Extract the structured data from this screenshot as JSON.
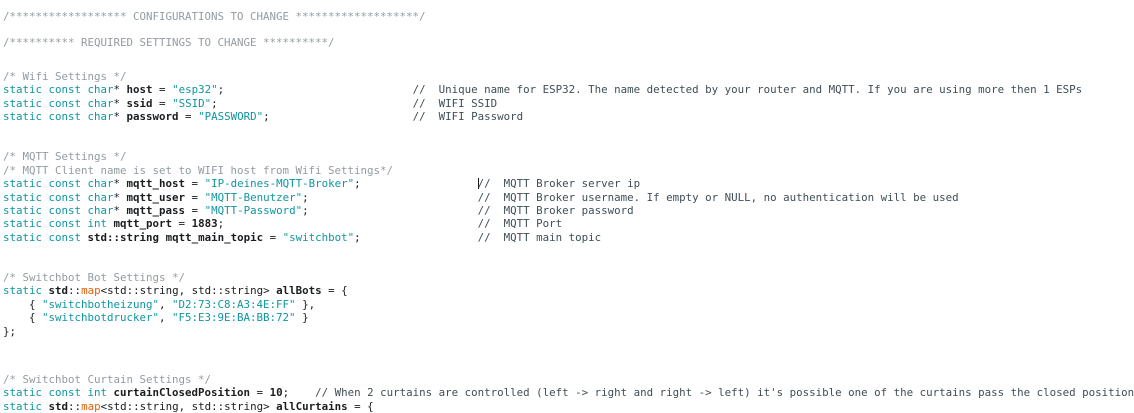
{
  "meta": {
    "view": "code-editor",
    "language": "cpp"
  },
  "colors": {
    "background": "#ffffff",
    "keyword_teal": "#0E96A1",
    "string_teal": "#0E96A1",
    "block_comment_gray": "#939CA1",
    "line_comment_slate": "#3F4E56",
    "identifier_ink": "#1A1D1F",
    "map_orange": "#E2620B",
    "caret_black": "#15191b"
  },
  "code": {
    "lines": [
      {
        "tokens": [
          {
            "c": "c",
            "t": "/****************** CONFIGURATIONS TO CHANGE *******************/"
          }
        ]
      },
      {
        "gap": "sm"
      },
      {
        "tokens": [
          {
            "c": "c",
            "t": "/********** REQUIRED SETTINGS TO CHANGE **********/"
          }
        ]
      },
      {
        "gap": "md"
      },
      {
        "tokens": [
          {
            "c": "c",
            "t": "/* Wifi Settings */"
          }
        ]
      },
      {
        "tokens": [
          {
            "c": "k",
            "t": "static const char"
          },
          {
            "c": "p",
            "t": "* "
          },
          {
            "c": "i",
            "t": "host"
          },
          {
            "c": "p",
            "t": " = "
          },
          {
            "c": "s",
            "t": "\"esp32\""
          },
          {
            "c": "p",
            "t": ";"
          },
          {
            "pad": 29
          },
          {
            "c": "lc",
            "t": "//  Unique name for ESP32. The name detected by your router and MQTT. If you are using more then 1 ESPs"
          }
        ]
      },
      {
        "tokens": [
          {
            "c": "k",
            "t": "static const char"
          },
          {
            "c": "p",
            "t": "* "
          },
          {
            "c": "i",
            "t": "ssid"
          },
          {
            "c": "p",
            "t": " = "
          },
          {
            "c": "s",
            "t": "\"SSID\""
          },
          {
            "c": "p",
            "t": ";"
          },
          {
            "pad": 30
          },
          {
            "c": "lc",
            "t": "//  WIFI SSID"
          }
        ]
      },
      {
        "tokens": [
          {
            "c": "k",
            "t": "static const char"
          },
          {
            "c": "p",
            "t": "* "
          },
          {
            "c": "i",
            "t": "password"
          },
          {
            "c": "p",
            "t": " = "
          },
          {
            "c": "s",
            "t": "\"PASSWORD\""
          },
          {
            "c": "p",
            "t": ";"
          },
          {
            "pad": 22
          },
          {
            "c": "lc",
            "t": "//  WIFI Password"
          }
        ]
      },
      {
        "gap": "lg"
      },
      {
        "tokens": [
          {
            "c": "c",
            "t": "/* MQTT Settings */"
          }
        ]
      },
      {
        "tokens": [
          {
            "c": "c",
            "t": "/* MQTT Client name is set to WIFI host from Wifi Settings*/"
          }
        ]
      },
      {
        "tokens": [
          {
            "c": "k",
            "t": "static const char"
          },
          {
            "c": "p",
            "t": "* "
          },
          {
            "c": "i",
            "t": "mqtt_host"
          },
          {
            "c": "p",
            "t": " = "
          },
          {
            "c": "s",
            "t": "\"IP-deines-MQTT-Broker\""
          },
          {
            "c": "p",
            "t": ";"
          },
          {
            "pad": 18
          },
          {
            "caret": true
          },
          {
            "c": "lc",
            "t": "//  MQTT Broker server ip"
          }
        ]
      },
      {
        "tokens": [
          {
            "c": "k",
            "t": "static const char"
          },
          {
            "c": "p",
            "t": "* "
          },
          {
            "c": "i",
            "t": "mqtt_user"
          },
          {
            "c": "p",
            "t": " = "
          },
          {
            "c": "s",
            "t": "\"MQTT-Benutzer\""
          },
          {
            "c": "p",
            "t": ";"
          },
          {
            "pad": 26
          },
          {
            "c": "lc",
            "t": "//  MQTT Broker username. If empty or NULL, no authentication will be used"
          }
        ]
      },
      {
        "tokens": [
          {
            "c": "k",
            "t": "static const char"
          },
          {
            "c": "p",
            "t": "* "
          },
          {
            "c": "i",
            "t": "mqtt_pass"
          },
          {
            "c": "p",
            "t": " = "
          },
          {
            "c": "s",
            "t": "\"MQTT-Password\""
          },
          {
            "c": "p",
            "t": ";"
          },
          {
            "pad": 26
          },
          {
            "c": "lc",
            "t": "//  MQTT Broker password"
          }
        ]
      },
      {
        "tokens": [
          {
            "c": "k",
            "t": "static const int"
          },
          {
            "c": "p",
            "t": " "
          },
          {
            "c": "i",
            "t": "mqtt_port"
          },
          {
            "c": "p",
            "t": " = "
          },
          {
            "c": "n",
            "t": "1883"
          },
          {
            "c": "p",
            "t": ";"
          },
          {
            "pad": 39
          },
          {
            "c": "lc",
            "t": "//  MQTT Port"
          }
        ]
      },
      {
        "tokens": [
          {
            "c": "k",
            "t": "static const"
          },
          {
            "c": "p",
            "t": " "
          },
          {
            "c": "i",
            "t": "std::string"
          },
          {
            "c": "p",
            "t": " "
          },
          {
            "c": "i",
            "t": "mqtt_main_topic"
          },
          {
            "c": "p",
            "t": " = "
          },
          {
            "c": "s",
            "t": "\"switchbot\""
          },
          {
            "c": "p",
            "t": ";"
          },
          {
            "pad": 18
          },
          {
            "c": "lc",
            "t": "//  MQTT main topic"
          }
        ]
      },
      {
        "gap": "lg"
      },
      {
        "tokens": [
          {
            "c": "c",
            "t": "/* Switchbot Bot Settings */"
          }
        ]
      },
      {
        "tokens": [
          {
            "c": "k",
            "t": "static"
          },
          {
            "c": "p",
            "t": " "
          },
          {
            "c": "i",
            "t": "std"
          },
          {
            "c": "p",
            "t": "::"
          },
          {
            "c": "o",
            "t": "map"
          },
          {
            "c": "p",
            "t": "<std::string, std::string> "
          },
          {
            "c": "i",
            "t": "allBots"
          },
          {
            "c": "p",
            "t": " = {"
          }
        ]
      },
      {
        "tokens": [
          {
            "c": "p",
            "t": "    { "
          },
          {
            "c": "s",
            "t": "\"switchbotheizung\""
          },
          {
            "c": "p",
            "t": ", "
          },
          {
            "c": "s",
            "t": "\"D2:73:C8:A3:4E:FF\""
          },
          {
            "c": "p",
            "t": " },"
          }
        ]
      },
      {
        "tokens": [
          {
            "c": "p",
            "t": "    { "
          },
          {
            "c": "s",
            "t": "\"switchbotdrucker\""
          },
          {
            "c": "p",
            "t": ", "
          },
          {
            "c": "s",
            "t": "\"F5:E3:9E:BA:BB:72\""
          },
          {
            "c": "p",
            "t": " }"
          }
        ]
      },
      {
        "tokens": [
          {
            "c": "p",
            "t": "};"
          }
        ]
      },
      {
        "gap": "xl"
      },
      {
        "tokens": [
          {
            "c": "c",
            "t": "/* Switchbot Curtain Settings */"
          }
        ]
      },
      {
        "tokens": [
          {
            "c": "k",
            "t": "static const int"
          },
          {
            "c": "p",
            "t": " "
          },
          {
            "c": "i",
            "t": "curtainClosedPosition"
          },
          {
            "c": "p",
            "t": " = "
          },
          {
            "c": "n",
            "t": "10"
          },
          {
            "c": "p",
            "t": ";"
          },
          {
            "pad": 4
          },
          {
            "c": "lc",
            "t": "// When 2 curtains are controlled (left -> right and right -> left) it's possible one of the curtains pass the closed position"
          }
        ]
      },
      {
        "tokens": [
          {
            "c": "k",
            "t": "static"
          },
          {
            "c": "p",
            "t": " "
          },
          {
            "c": "i",
            "t": "std"
          },
          {
            "c": "p",
            "t": "::"
          },
          {
            "c": "o",
            "t": "map"
          },
          {
            "c": "p",
            "t": "<std::string, std::string> "
          },
          {
            "c": "i",
            "t": "allCurtains"
          },
          {
            "c": "p",
            "t": " = {"
          }
        ]
      }
    ]
  }
}
